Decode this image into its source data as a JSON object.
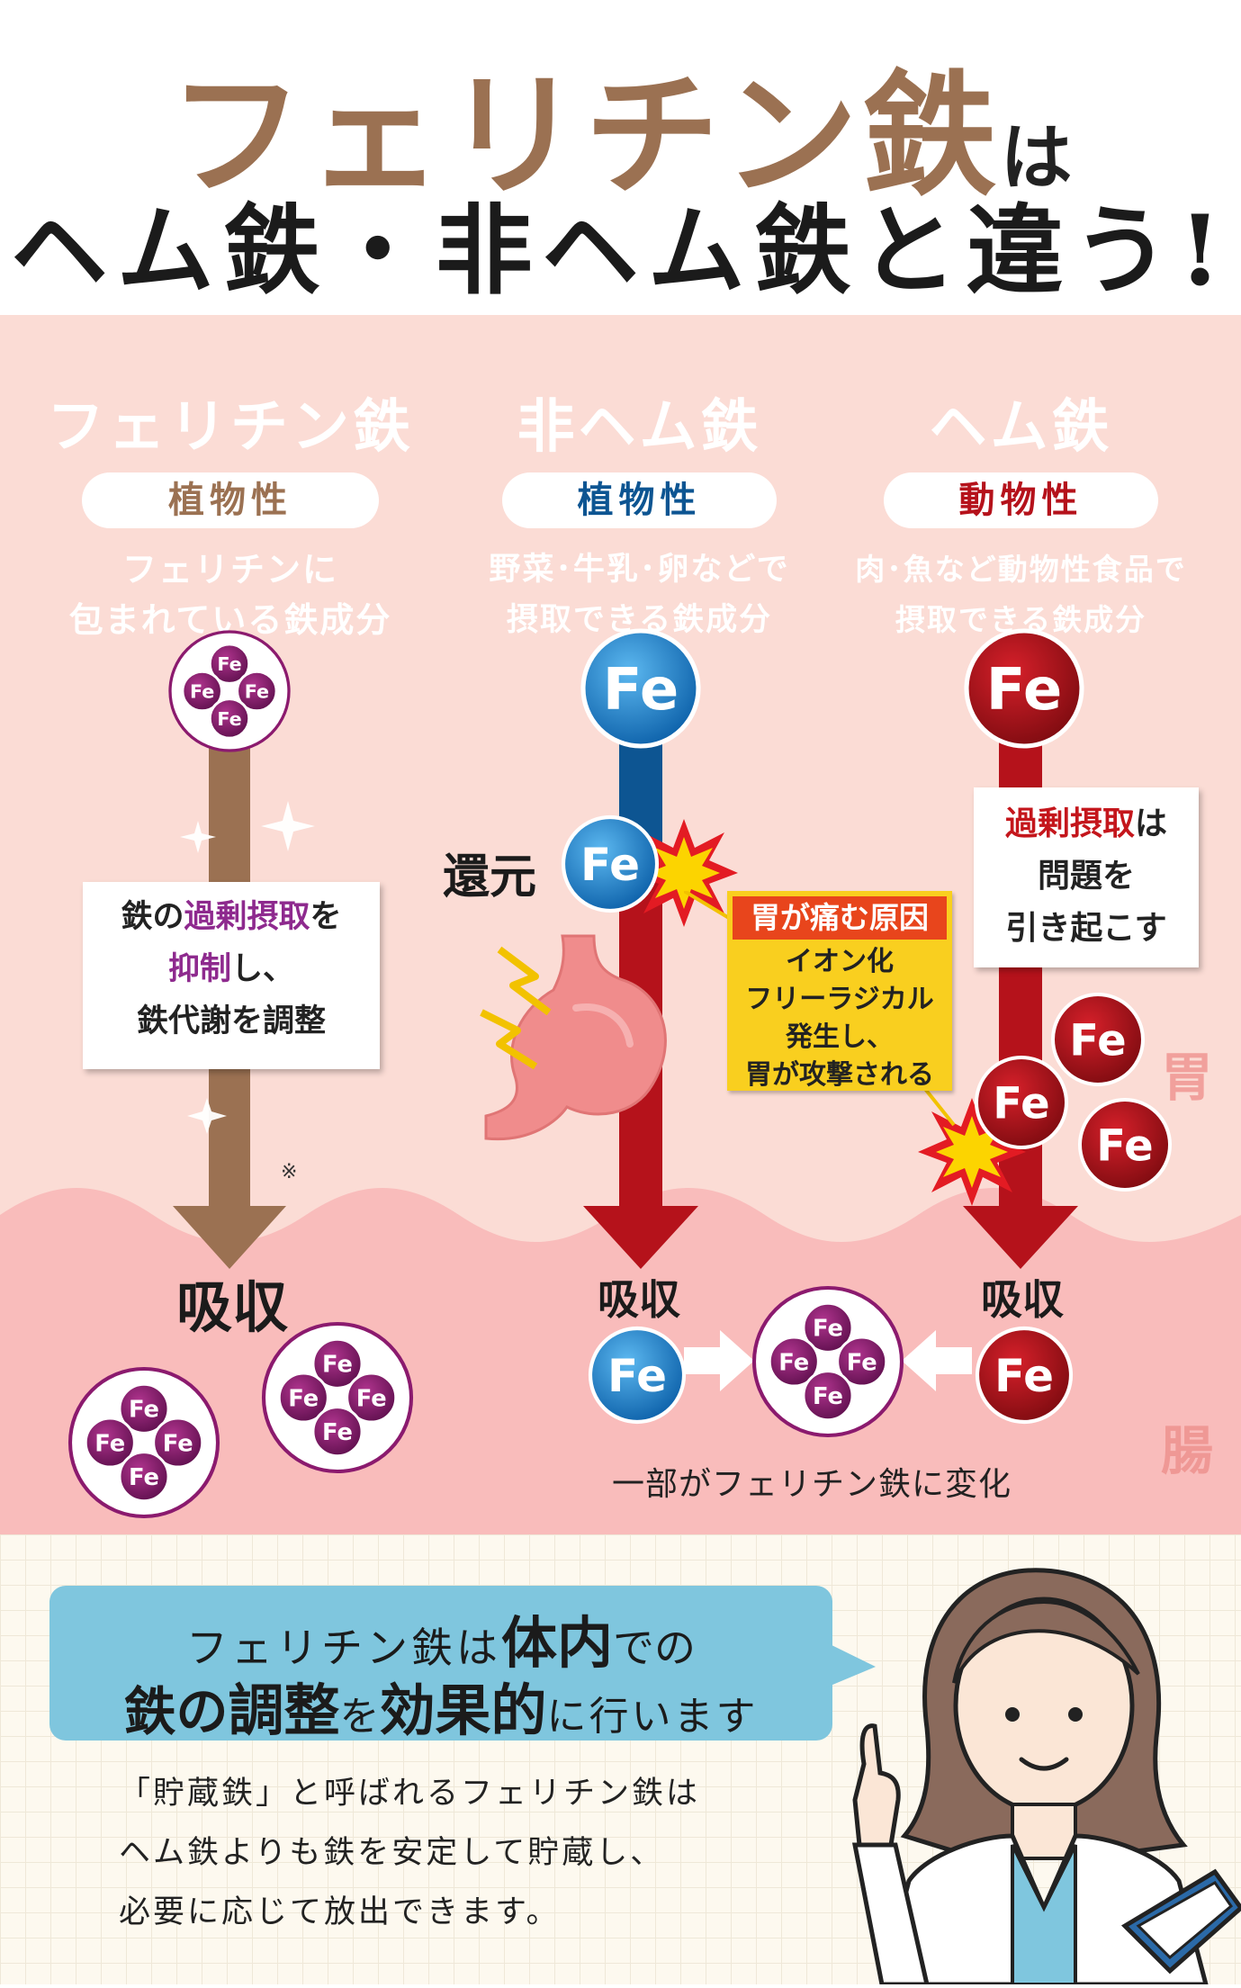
{
  "title": {
    "line1_main": "フェリチン鉄",
    "line1_particle": "は",
    "line2": "ヘム鉄・非ヘム鉄と違う!"
  },
  "cards": [
    {
      "name": "フェリチン鉄",
      "tag": "植物性",
      "desc1": "フェリチンに",
      "desc2": "包まれている鉄成分",
      "color": "#9b7152"
    },
    {
      "name": "非ヘム鉄",
      "tag": "植物性",
      "desc1": "野菜･牛乳･卵などで",
      "desc2": "摂取できる鉄成分",
      "color": "#0d5592"
    },
    {
      "name": "ヘム鉄",
      "tag": "動物性",
      "desc1": "肉･魚など動物性食品で",
      "desc2": "摂取できる鉄成分",
      "color": "#b5121b"
    }
  ],
  "fe_symbol": "Fe",
  "ferritin_note": {
    "part1": "鉄の",
    "highlight1": "過剰摂取",
    "part2": "を",
    "highlight2": "抑制",
    "part3": "し、",
    "line3": "鉄代謝を調整"
  },
  "asterisk": "※",
  "reduction_label": "還元",
  "stomach_cause": {
    "title": "胃が痛む原因",
    "line1": "イオン化",
    "line2": "フリーラジカル",
    "line3": "発生し、",
    "line4": "胃が攻撃される"
  },
  "heme_note": {
    "highlight": "過剰摂取",
    "part1": "は",
    "line2": "問題を",
    "line3": "引き起こす"
  },
  "organ_labels": {
    "stomach": "胃",
    "intestine": "腸"
  },
  "absorb_labels": {
    "ferritin": "吸収",
    "nonheme": "吸収",
    "heme": "吸収"
  },
  "conversion_caption": "一部がフェリチン鉄に変化",
  "bubble": {
    "l1_a": "フェリチン鉄は",
    "l1_b": "体内",
    "l1_c": "での",
    "l2_a": "鉄の",
    "l2_b": "調整",
    "l2_c": "を",
    "l2_d": "効果的",
    "l2_e": "に行います"
  },
  "paragraph": [
    "「貯蔵鉄」と呼ばれるフェリチン鉄は",
    "ヘム鉄よりも鉄を安定して貯蔵し、",
    "必要に応じて放出できます。"
  ],
  "colors": {
    "brown": "#9b7152",
    "navy": "#0d5592",
    "red": "#b5121b",
    "purple": "#8b1a6e",
    "highlight_purple": "#8e2a8e",
    "highlight_red": "#c4161c",
    "stomach_bg": "#fbdcd5",
    "intestine_bg": "#f9bcbb",
    "yellow": "#f9cf1f"
  }
}
